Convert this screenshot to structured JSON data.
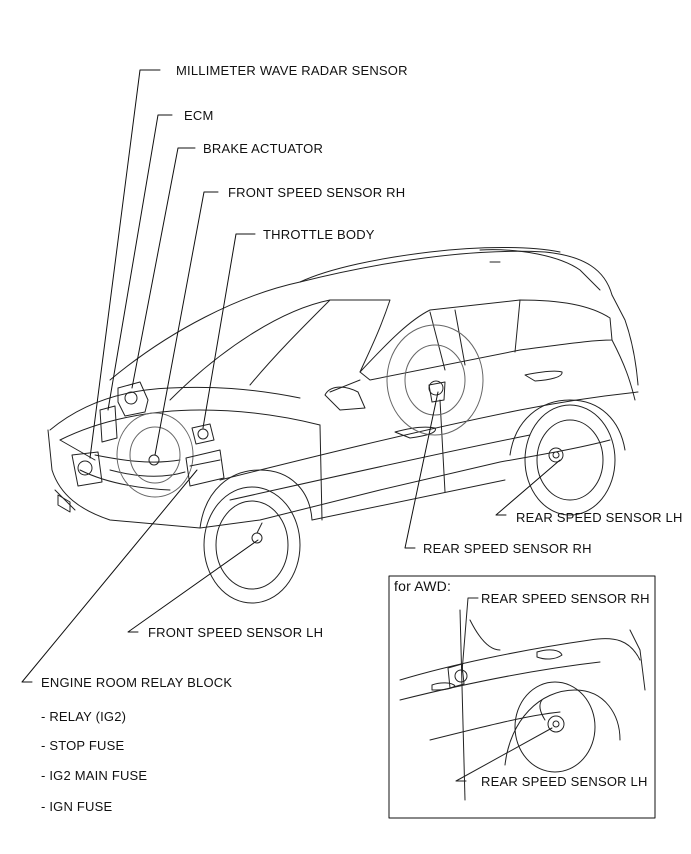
{
  "labels": {
    "millimeter_wave_radar_sensor": "MILLIMETER WAVE RADAR SENSOR",
    "ecm": "ECM",
    "brake_actuator": "BRAKE ACTUATOR",
    "front_speed_sensor_rh": "FRONT SPEED SENSOR RH",
    "throttle_body": "THROTTLE BODY",
    "rear_speed_sensor_lh": "REAR SPEED SENSOR LH",
    "rear_speed_sensor_rh": "REAR SPEED SENSOR RH",
    "front_speed_sensor_lh": "FRONT SPEED SENSOR LH",
    "engine_room_relay_block": "ENGINE ROOM RELAY BLOCK"
  },
  "relay_block_items": [
    "- RELAY (IG2)",
    "- STOP FUSE",
    "- IG2 MAIN FUSE",
    "- IGN FUSE"
  ],
  "inset": {
    "title": "for AWD:",
    "rear_speed_sensor_rh": "REAR SPEED SENSOR RH",
    "rear_speed_sensor_lh": "REAR SPEED SENSOR LH"
  }
}
